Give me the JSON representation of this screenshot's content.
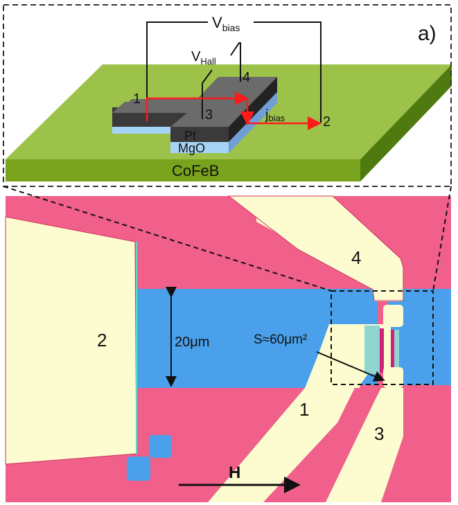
{
  "panel_label": "a)",
  "schematic": {
    "v_bias": {
      "main": "V",
      "sub": "bias"
    },
    "v_hall": {
      "main": "V",
      "sub": "Hall"
    },
    "j_bias": {
      "main": "j",
      "sub": "bias"
    },
    "terminals": [
      "1",
      "2",
      "3",
      "4"
    ],
    "layers": {
      "top": "Pt",
      "middle": "MgO",
      "substrate": "CoFeB"
    }
  },
  "micrograph": {
    "contact_labels": [
      "2",
      "4",
      "1",
      "3"
    ],
    "width_annotation": "20μm",
    "area_annotation": "S≈60μm²",
    "field_label": "H"
  },
  "colors": {
    "substrate_top": "#9dc24a",
    "substrate_front": "#79a31c",
    "substrate_side": "#4f7a10",
    "pt_top": "#6b6b6b",
    "pt_side": "#333333",
    "mgo": "#a6d4f7",
    "current_arrow": "#ff1a1a",
    "micro_pink": "#f0608a",
    "micro_blue": "#4aa0ea",
    "micro_cream": "#fdfcd0",
    "micro_teal": "#8ed6cf",
    "micro_magenta": "#d0207a"
  }
}
